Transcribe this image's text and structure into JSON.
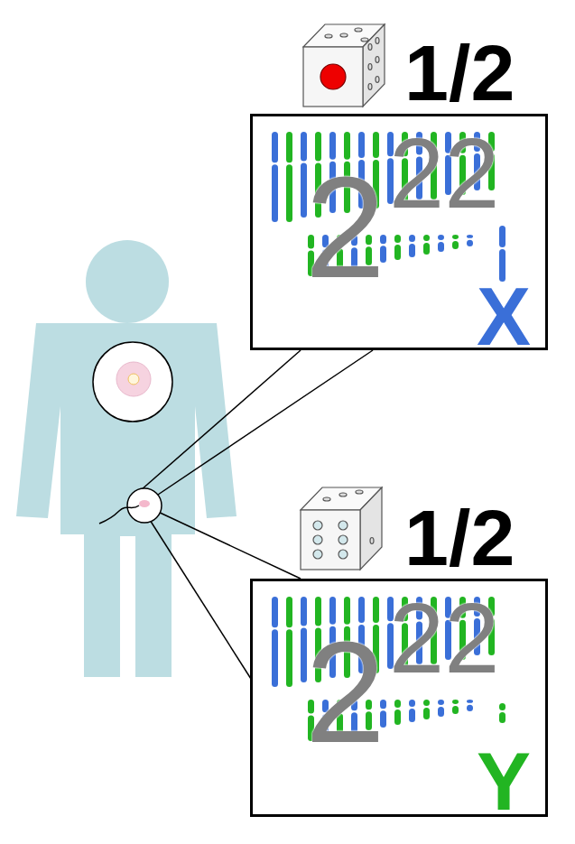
{
  "diagram": {
    "nodes": [
      {
        "text": [
          "1/2",
          "2",
          "22",
          "X"
        ]
      },
      {
        "text": [
          "1/2",
          "2",
          "22",
          "Y"
        ]
      }
    ]
  }
}
